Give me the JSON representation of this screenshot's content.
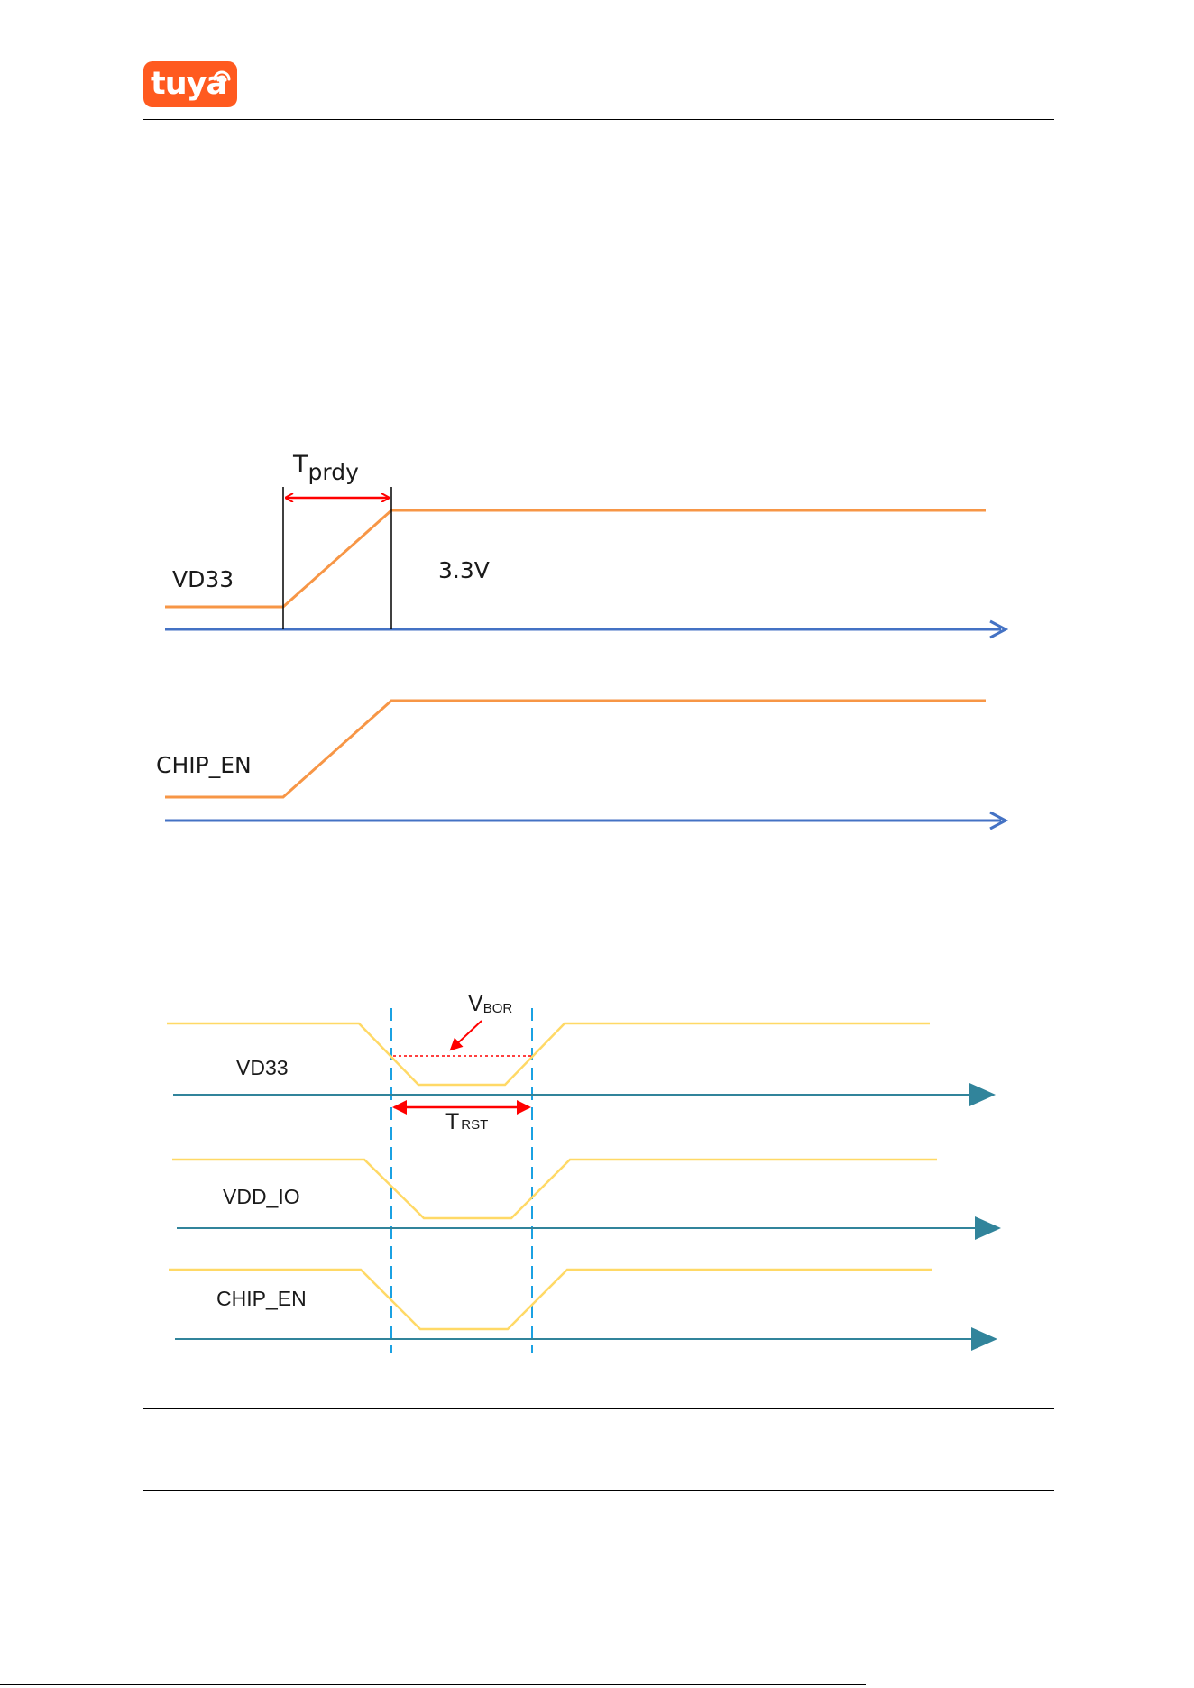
{
  "header": {
    "logo_text": "tuya",
    "logo_color": "#ff5a1f"
  },
  "diagram_power_on": {
    "vd33_label": "VD33",
    "chip_en_label": "CHIP_EN",
    "voltage_label": "3.3V",
    "tprdy_main": "T",
    "tprdy_sub": "prdy",
    "signal_color": "#f79646",
    "axis_color": "#4472c4",
    "marker_color": "#ff0000"
  },
  "diagram_reset": {
    "vd33_label": "VD33",
    "vdd_io_label": "VDD_IO",
    "chip_en_label": "CHIP_EN",
    "vbor_main": "V",
    "vbor_sub": "BOR",
    "trst_main": "T",
    "trst_sub": "RST",
    "signal_color": "#ffd966",
    "axis_color": "#31849b",
    "dash_color": "#1ba1e2",
    "marker_color": "#ff0000"
  }
}
